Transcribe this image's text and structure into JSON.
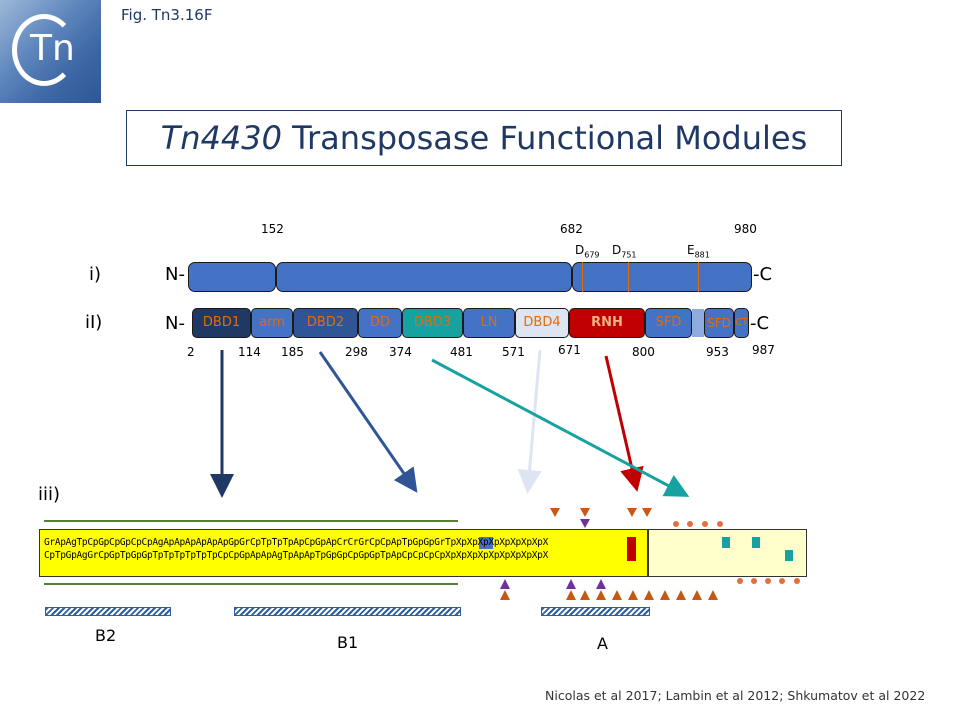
{
  "figure_label": "Fig. Tn3.16F",
  "logo_text": "Tn",
  "title": {
    "italic": "Tn4430",
    "rest": " Transposase Functional Modules"
  },
  "row_i": {
    "label": "i)",
    "n": "N-",
    "c": "-C",
    "positions": [
      "152",
      "682",
      "980"
    ],
    "catalytic": [
      "D679",
      "D751",
      "E881"
    ]
  },
  "row_ii": {
    "label": "iI)",
    "n": "N-",
    "c": "-C",
    "domains": [
      {
        "name": "DBD1",
        "fill": "#203864",
        "text": "#e36c09"
      },
      {
        "name": "arm",
        "fill": "#4472c4",
        "text": "#e36c09"
      },
      {
        "name": "DBD2",
        "fill": "#2f5597",
        "text": "#e36c09"
      },
      {
        "name": "DD",
        "fill": "#4472c4",
        "text": "#e36c09"
      },
      {
        "name": "DBD3",
        "fill": "#17a2a2",
        "text": "#e36c09"
      },
      {
        "name": "LN",
        "fill": "#4472c4",
        "text": "#e36c09"
      },
      {
        "name": "DBD4",
        "fill": "#dde4f2",
        "text": "#e36c09"
      },
      {
        "name": "RNH",
        "fill": "#c00000",
        "text": "#f4b183"
      },
      {
        "name": "SFD",
        "fill": "#4472c4",
        "text": "#e36c09"
      },
      {
        "name": "SFD",
        "fill": "#4472c4",
        "text": "#e36c09"
      },
      {
        "name": "CT",
        "fill": "#4472c4",
        "text": "#e36c09"
      }
    ],
    "positions": [
      "2",
      "114",
      "185",
      "298",
      "374",
      "481",
      "571",
      "671",
      "800",
      "953",
      "987"
    ]
  },
  "row_iii": {
    "label": "iii)",
    "top_strand": "GrApAgTpCpGpCpGpCpCpAgApApApApApApGpGrCpTpTpTpApCpGpApCrCrGrCpCpApTpGpGpGrTpXpXpXpXpXpXpXpXpX",
    "bottom_strand": "CpTpGpAgGrCpGpTpGpGpTpTpTpTpTpTpCpCpGpApApAgTpApApTpGpGpCpGpGpTpApCpCpCpCpXpXpXpXpXpXpXpXpXpX",
    "sites": [
      "B2",
      "B1",
      "A"
    ]
  },
  "colors": {
    "dark_navy": "#203864",
    "blue": "#4472c4",
    "teal": "#17a2a2",
    "red": "#c00000",
    "light": "#dde4f2",
    "orange": "#c55a11",
    "purple": "#7030a0",
    "yellow": "#ffff00",
    "pale_yellow": "#ffffcc",
    "green": "#548235"
  },
  "references": "Nicolas et al 2017; Lambin et al 2012; Shkumatov  et al 2022"
}
